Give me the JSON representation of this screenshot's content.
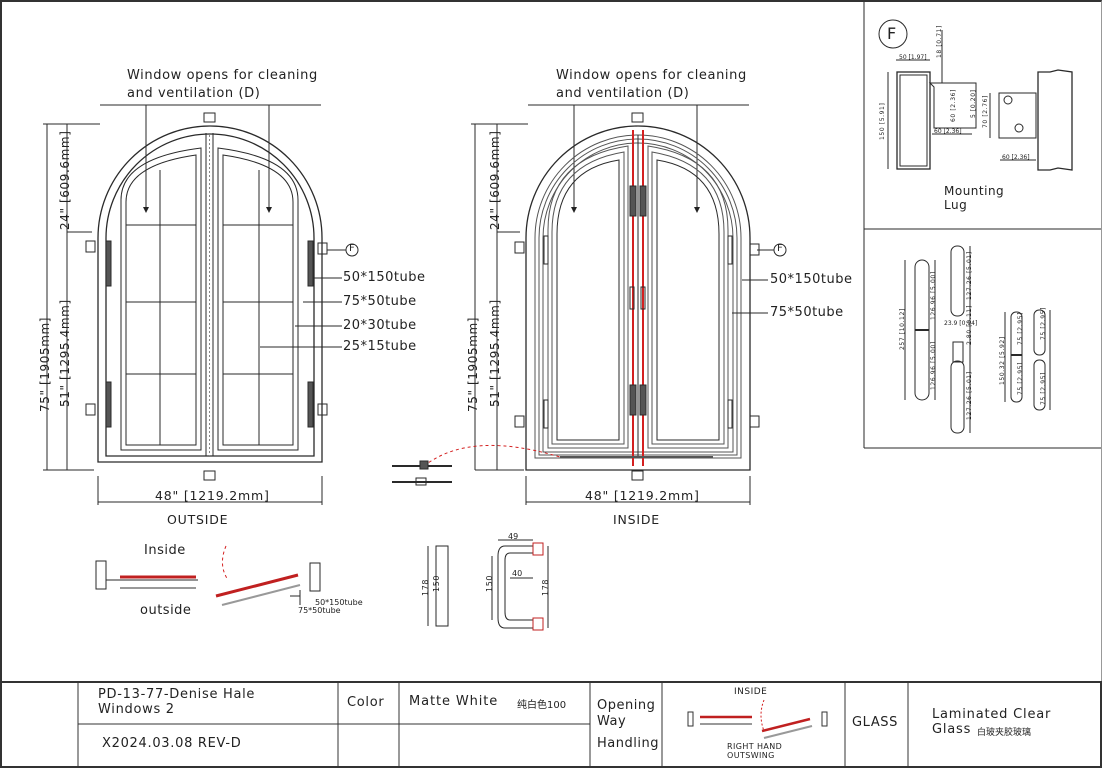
{
  "drawing": {
    "outside_view": {
      "note_line1": "Window opens for cleaning",
      "note_line2": "and ventilation (D)",
      "dim_total_height": "75\" [1905mm]",
      "dim_arch_height": "24\" [609.6mm]",
      "dim_lower_height": "51\" [1295.4mm]",
      "dim_width": "48\" [1219.2mm]",
      "caption": "OUTSIDE",
      "callouts": [
        "50*150tube",
        "75*50tube",
        "20*30tube",
        "25*15tube"
      ],
      "detail_ref": "F"
    },
    "inside_view": {
      "note_line1": "Window opens for cleaning",
      "note_line2": "and ventilation (D)",
      "dim_total_height": "75\" [1905mm]",
      "dim_arch_height": "24\" [609.6mm]",
      "dim_lower_height": "51\" [1295.4mm]",
      "dim_width": "48\" [1219.2mm]",
      "caption": "INSIDE",
      "callouts": [
        "50*150tube",
        "75*50tube"
      ],
      "detail_ref": "F"
    },
    "section": {
      "inside_label": "Inside",
      "outside_label": "outside",
      "callouts": [
        "50*150tube",
        "75*50tube"
      ]
    },
    "handle": {
      "dims_front": [
        "178",
        "150"
      ],
      "dims_side": [
        "49",
        "40",
        "150",
        "178"
      ]
    },
    "mounting_lug": {
      "ref": "F",
      "title_line1": "Mounting",
      "title_line2": "Lug",
      "dims": [
        "50 [1.97]",
        "18 [0.71]",
        "150 [5.91]",
        "60 [2.36]",
        "5 [0.20]",
        "60 [2.36]",
        "70 [2.76]",
        "60 [2.36]"
      ]
    },
    "hinge": {
      "dims": [
        "257 [10.12]",
        "126.96 [5.00]",
        "126.96 [5.00]",
        "127.26 [5.01]",
        "23.9 [0.94]",
        "2.80 [0.11]",
        "127.26 [5.01]",
        "150.32 [5.92]",
        "75 [2.95]",
        "75 [2.95]",
        "75 [2.95]",
        "75 [2.95]"
      ]
    }
  },
  "title_block": {
    "project_line1": "PD-13-77-Denise Hale",
    "project_line2": "Windows 2",
    "revision": "X2024.03.08 REV-D",
    "color_label": "Color",
    "color_value": "Matte White",
    "color_code": "纯白色100",
    "opening_label_line1": "Opening",
    "opening_label_line2": "Way",
    "handling_label": "Handling",
    "opening_inside": "INSIDE",
    "opening_type_line1": "RIGHT HAND",
    "opening_type_line2": "OUTSWING",
    "glass_label": "GLASS",
    "glass_value_line1": "Laminated Clear",
    "glass_value_line2": "Glass",
    "glass_value_cn": "白玻夹胶玻璃"
  },
  "colors": {
    "line": "#2a2a2a",
    "accent_red": "#d42020",
    "border": "#333333"
  }
}
